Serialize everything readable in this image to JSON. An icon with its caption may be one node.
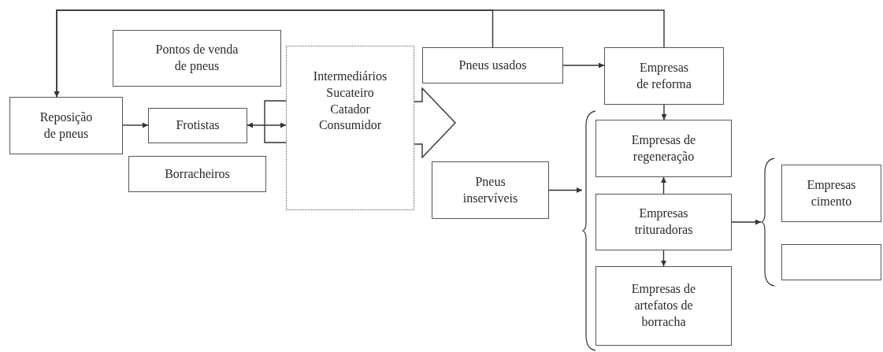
{
  "diagram": {
    "nodes": [
      {
        "text": [
          "Pontos de venda de pneus"
        ]
      },
      {
        "text": [
          "Reposição de pneus"
        ]
      },
      {
        "text": [
          "Frotistas"
        ]
      },
      {
        "text": [
          "Borracheiros"
        ]
      },
      {
        "text": [
          "Intermediários",
          "Sucateiro",
          "Catador",
          "Consumidor"
        ]
      },
      {
        "text": [
          "Pneus usados"
        ]
      },
      {
        "text": [
          "Empresas de reforma"
        ]
      },
      {
        "text": [
          "Pneus inservíveis"
        ]
      },
      {
        "text": [
          "Empresas de regeneração"
        ]
      },
      {
        "text": [
          "Empresas trituradoras"
        ]
      },
      {
        "text": [
          "Empresas de artefatos de borracha"
        ]
      },
      {
        "text": [
          "Empresas cimento"
        ]
      },
      {
        "text": [],
        "shape": "box"
      },
      {
        "text": [],
        "shape": "brace"
      },
      {
        "text": [],
        "shape": "brace"
      }
    ],
    "edges": [
      {
        "from": 5,
        "to": 1,
        "arrow": "to"
      },
      {
        "from": 6,
        "to": 1,
        "arrow": "to"
      },
      {
        "from": 1,
        "to": 2,
        "arrow": "to"
      },
      {
        "from": 2,
        "to": 4,
        "arrow": "both"
      },
      {
        "from": 4,
        "to": null,
        "arrow": "to"
      },
      {
        "from": 5,
        "to": 6,
        "arrow": "to"
      },
      {
        "from": 6,
        "to": 8,
        "arrow": "to"
      },
      {
        "from": 7,
        "to": 13,
        "arrow": "to"
      },
      {
        "from": 9,
        "to": 8,
        "arrow": "to"
      },
      {
        "from": 9,
        "to": 10,
        "arrow": "to"
      },
      {
        "from": 9,
        "to": 14,
        "arrow": "to"
      }
    ]
  }
}
